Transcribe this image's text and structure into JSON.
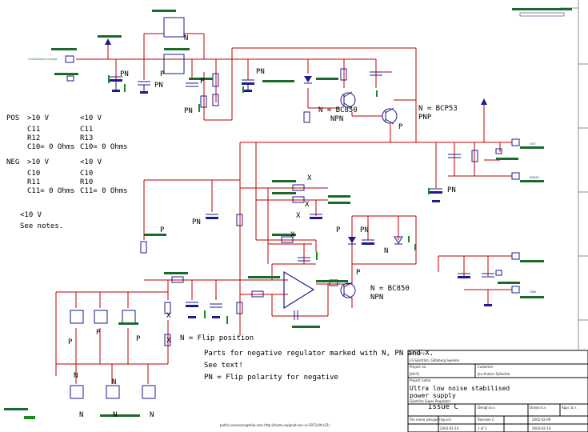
{
  "notes": {
    "pos_header": [
      "POS",
      ">10 V",
      "<10 V"
    ],
    "pos_rows": [
      [
        "C11",
        "C11"
      ],
      [
        "R12",
        "R13"
      ],
      [
        "C10= 0 Ohms",
        "C10= 0 Ohms"
      ]
    ],
    "neg_header": [
      "NEG",
      ">10 V",
      "<10 V"
    ],
    "neg_rows": [
      [
        "C10",
        "C10"
      ],
      [
        "R11",
        "R10"
      ],
      [
        "C11= 0 Ohms",
        "C11= 0 Ohms"
      ]
    ],
    "lt10": "<10 V",
    "see_notes": "See notes.",
    "flip_position": "N = Flip position",
    "parts_negative": "Parts for negative regulator marked with N, PN and X.",
    "see_text": "See text!",
    "flip_polarity": "PN = Flip polarity for negative"
  },
  "labels": {
    "n_bc850_top": "N = BC850",
    "npn_top": "NPN",
    "n_bcp53": "N = BCP53",
    "pnp": "PNP",
    "n_bc850_bottom": "N = BC850",
    "npn_bottom": "NPN",
    "issue": "Issue C",
    "marks": [
      "N",
      "P",
      "PN",
      "PN",
      "P",
      "PN",
      "PN",
      "P",
      "X",
      "X",
      "X",
      "X",
      "PN",
      "P",
      "N",
      "P",
      "PN",
      "P",
      "P",
      "X",
      "X",
      "P",
      "N",
      "N",
      "N",
      "N",
      "PN",
      "P",
      "N"
    ]
  },
  "title_block": {
    "company_caption": "Company",
    "company": "J-S Sjöström, Göteborg Sweden",
    "project_no_caption": "Project no.",
    "project_no": "JSK-01",
    "customer_caption": "Customer",
    "customer": "Jan-Anders Sjöström",
    "project_name_caption": "Project name",
    "project_name_line1": "Ultra low noise stabilised",
    "project_name_line2": "power supply",
    "project_name_line3": "Sjöström Super Regulator",
    "design_caption": "Design b.v.",
    "drawn_caption": "Drawn b.v.",
    "appr_caption": "Appr. b.v.",
    "file_name": "File name jsksuperreg.sch",
    "revision": "Revision C",
    "rev_date": "2002-02-09",
    "printed": "2003-02-14",
    "page": "1 of 1",
    "changed": "2003-02-14"
  },
  "footer_email": "patrik.svensson@telia.com   http://home.swipnet.se/~w-50714/fcc21/",
  "small_text": {
    "input_caption": "Unstabilised\nvoltage",
    "out_label": "OUT",
    "sense_label": "SENSE",
    "gnd_label": "GND"
  }
}
